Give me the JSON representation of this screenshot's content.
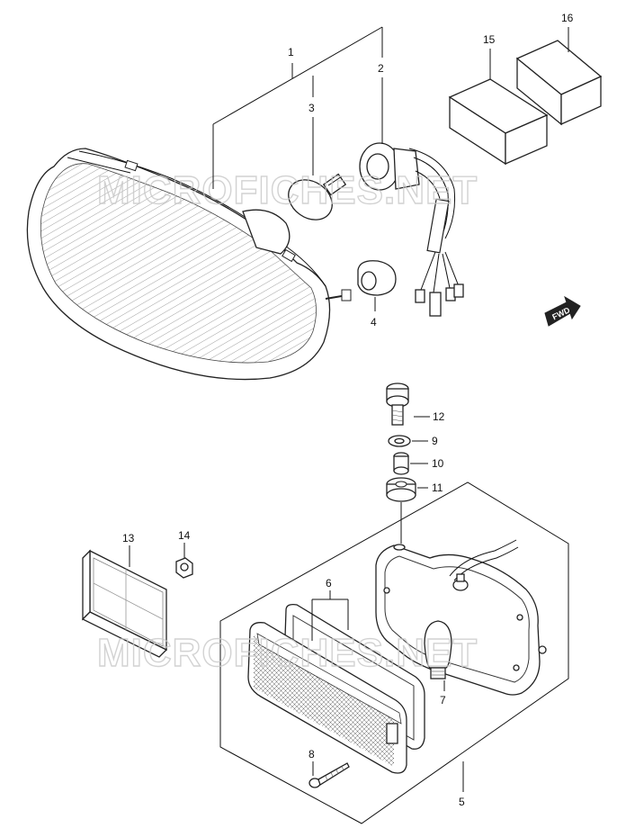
{
  "watermark": "MICROFICHES.NET",
  "fwd_label": "FWD",
  "callouts": {
    "c1": "1",
    "c2": "2",
    "c3": "3",
    "c4": "4",
    "c5": "5",
    "c6": "6",
    "c7": "7",
    "c8": "8",
    "c9": "9",
    "c10": "10",
    "c11": "11",
    "c12": "12",
    "c13": "13",
    "c14": "14",
    "c15": "15",
    "c16": "16"
  }
}
